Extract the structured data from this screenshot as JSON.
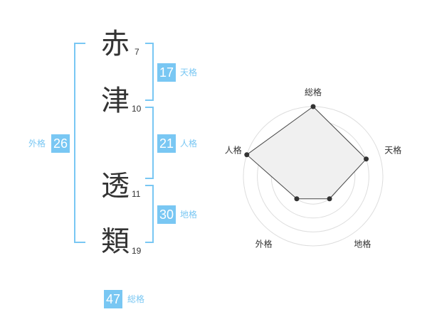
{
  "name": {
    "chars": [
      {
        "kanji": "赤",
        "strokes": "7"
      },
      {
        "kanji": "津",
        "strokes": "10"
      },
      {
        "kanji": "透",
        "strokes": "11"
      },
      {
        "kanji": "類",
        "strokes": "19"
      }
    ]
  },
  "kakusu": {
    "tenkaku": {
      "value": "17",
      "label": "天格"
    },
    "jinkaku": {
      "value": "21",
      "label": "人格"
    },
    "chikaku": {
      "value": "30",
      "label": "地格"
    },
    "gaikaku": {
      "value": "26",
      "label": "外格"
    },
    "soukaku": {
      "value": "47",
      "label": "総格"
    }
  },
  "colors": {
    "accent": "#79c7f3",
    "text": "#333333",
    "fill": "#f0f0f0",
    "grid": "#dddddd"
  },
  "chart_data": {
    "type": "radar",
    "axes": [
      "総格",
      "天格",
      "地格",
      "外格",
      "人格"
    ],
    "values": [
      5,
      4,
      2,
      2,
      5
    ],
    "max": 5
  }
}
